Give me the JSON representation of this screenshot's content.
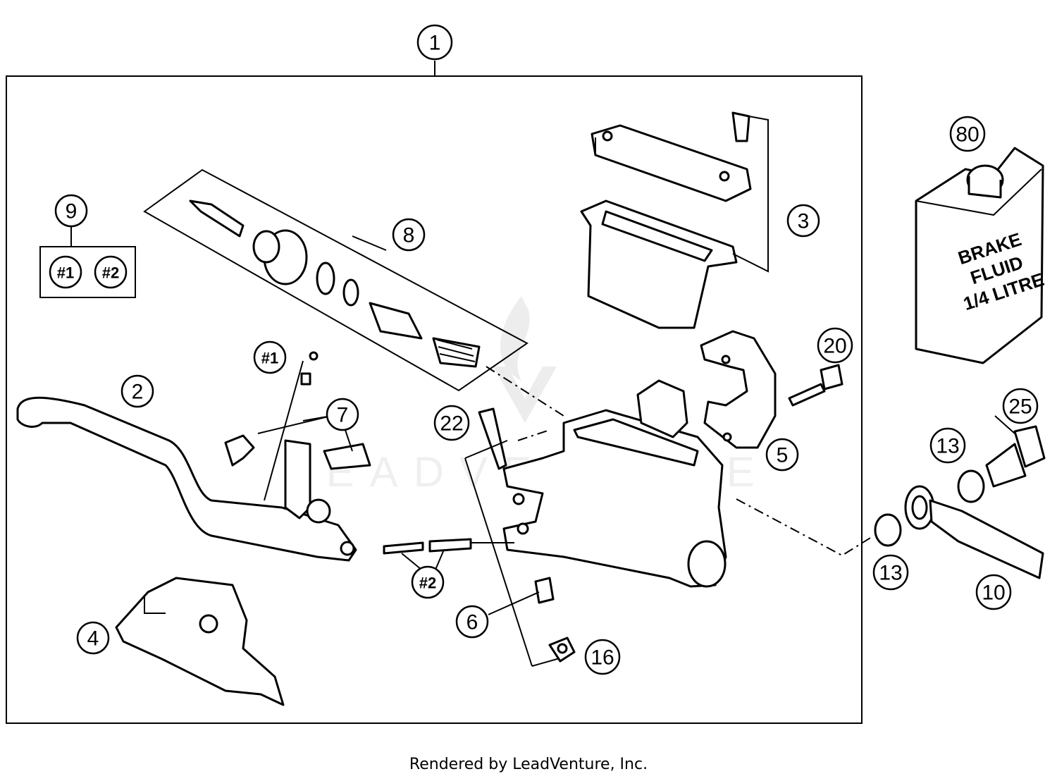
{
  "callouts": {
    "c1": "1",
    "c2": "2",
    "c3": "3",
    "c4": "4",
    "c5": "5",
    "c6": "6",
    "c7": "7",
    "c8": "8",
    "c9": "9",
    "c10": "10",
    "c13a": "13",
    "c13b": "13",
    "c16": "16",
    "c20": "20",
    "c22": "22",
    "c25": "25",
    "c80": "80",
    "k1a": "#1",
    "k2a": "#2",
    "k1b": "#1",
    "k2b": "#2"
  },
  "bottle": {
    "line1": "BRAKE",
    "line2": "FLUID",
    "line3": "1/4 LITRE"
  },
  "watermark": "LEADVENTURE",
  "footer": "Rendered by LeadVenture, Inc.",
  "icons": {
    "watermark_logo": "leadventure-flame-logo"
  }
}
